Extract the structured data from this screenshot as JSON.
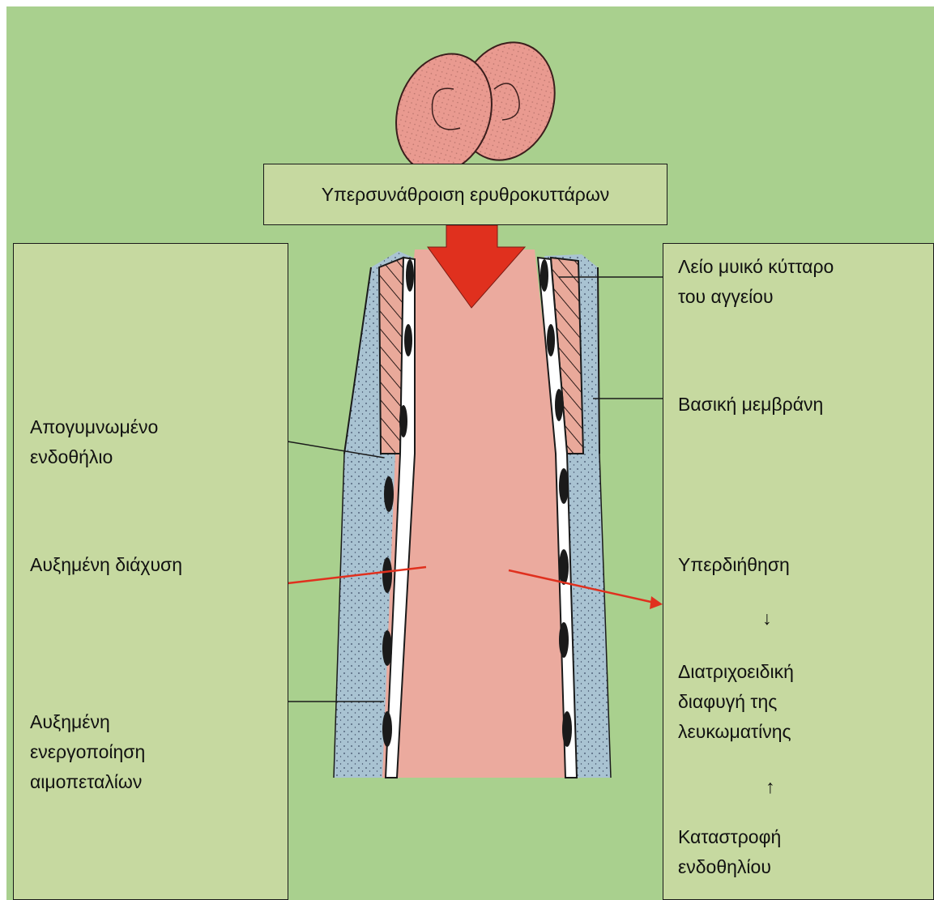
{
  "title": "Υπερσυνάθροιση ερυθροκυττάρων",
  "left_labels": {
    "denuded_endothelium": "Απογυμνωμένο\nενδοθήλιο",
    "increased_diffusion": "Αυξημένη διάχυση",
    "platelet_activation": "Αυξημένη\nενεργοποίηση\nαιμοπεταλίων"
  },
  "right_labels": {
    "smooth_muscle": "Λείο μυικό κύτταρο\nτου αγγείου",
    "basement_membrane": "Βασική μεμβράνη",
    "hyperpermeability": "Υπερδιήθηση",
    "arrow_down": "↓",
    "albumin_leak": "Διατριχοειδική\nδιαφυγή της\nλευκωματίνης",
    "arrow_up": "↑",
    "endothelial_damage": "Καταστροφή\nενδοθηλίου"
  },
  "colors": {
    "background": "#a9d08e",
    "box_fill": "#c6d9a0",
    "lumen": "#ebaa9e",
    "wall": "#a9c3d2",
    "red_arrow": "#e0301e",
    "rbc": "#e99a90"
  }
}
